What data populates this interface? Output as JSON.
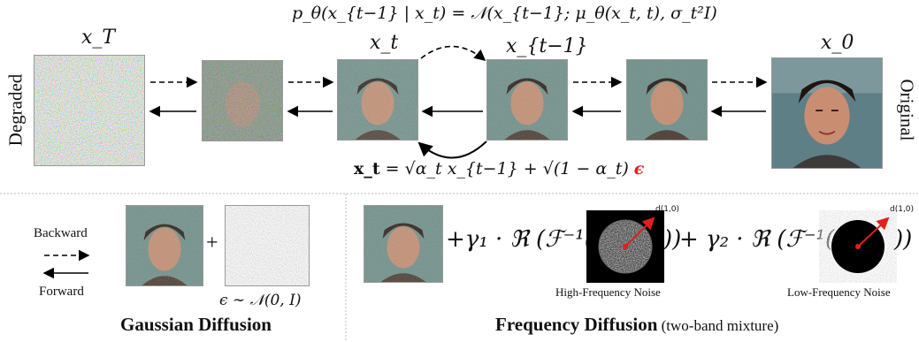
{
  "top_equation": "p_θ(x_{t−1} | x_t) = 𝒩(x_{t−1}; μ_θ(x_t, t), σ_t²I)",
  "bottom_equation_parts": [
    "x_t",
    " = √α_t x_{t−1} + √(1 − α_t) ",
    "ϵ"
  ],
  "side_labels": {
    "left": "Degraded",
    "right": "Original"
  },
  "state_labels": {
    "xT": "x_T",
    "xt": "x_t",
    "xt1": "x_{t−1}",
    "x0": "x_0"
  },
  "legend": {
    "backward": "Backward",
    "forward": "Forward"
  },
  "gaussian": {
    "plus": "+",
    "epsilon_label": "ϵ ∼ 𝒩(0, I)",
    "title": "Gaussian Diffusion"
  },
  "frequency": {
    "term1_prefix": "+γ₁ · ℜ (ℱ⁻¹(",
    "term1_suffix": "))",
    "term2_prefix": "+ γ₂ · ℜ (ℱ⁻¹(",
    "term2_suffix": "))",
    "high_label": "High-Frequency Noise",
    "low_label": "Low-Frequency Noise",
    "radius_label": "d(1,0)",
    "title": "Frequency Diffusion",
    "subtitle": " (two-band mixture)"
  },
  "colors": {
    "accent_red": "#e0201b",
    "noise_gray": "#bcbcbc",
    "black": "#000000",
    "face_bg": "#6f8f8a",
    "face_skin": "#c58e72"
  }
}
